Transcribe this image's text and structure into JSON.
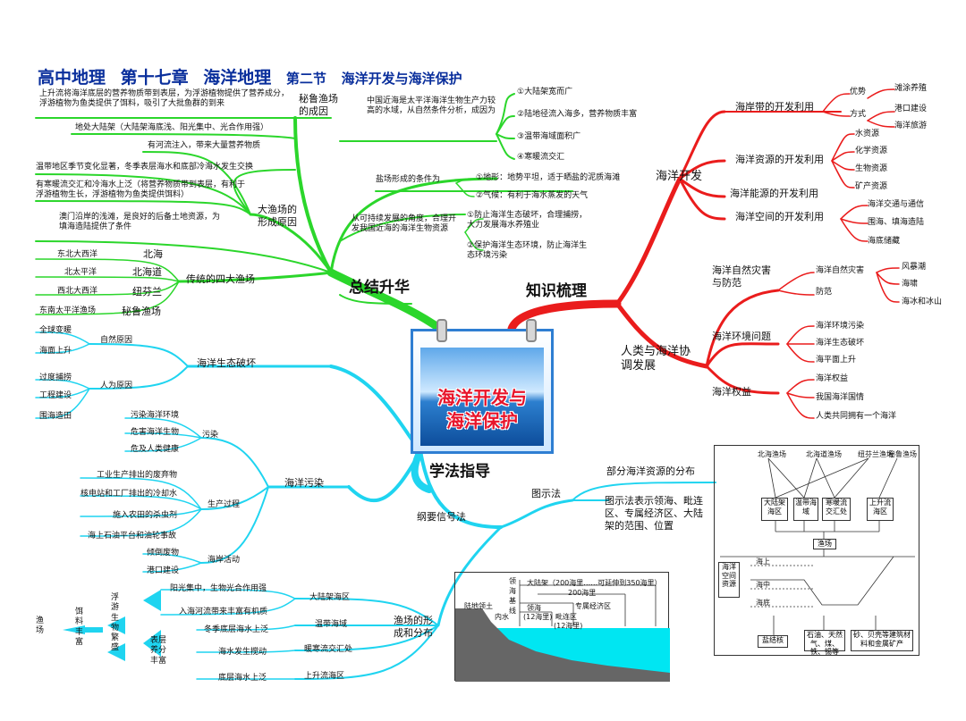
{
  "title": {
    "course": "高中地理",
    "chapter": "第十七章",
    "topic": "海洋地理",
    "section": "第二节",
    "section_title": "海洋开发与海洋保护"
  },
  "center": {
    "line1": "海洋开发与",
    "line2": "海洋保护"
  },
  "branches": {
    "summary": "总结升华",
    "knowledge": "知识梳理",
    "method": "学法指导"
  },
  "summary": {
    "fish_cause_title": "秘鲁渔场的成因",
    "fish_cause_text": "上升流将海洋底层的营养物质带到表层，为浮游植物提供了营养成分，浮游植物为鱼类提供了饵料，吸引了大批鱼群的到来",
    "continental_shelf": "地处大陆架（大陆架海底浅、阳光集中、光合作用强）",
    "china_seas_text": "中国近海是太平洋海洋生物生产力较高的水域，从自然条件分析，成因为",
    "china_seas_items": [
      "①大陆架宽而广",
      "②陆地径流入海多，营养物质丰富",
      "③温带海域面积广",
      "④寒暖流交汇"
    ],
    "river_input": "有河流注入，带来大量营养物质",
    "temperate_text": "温带地区季节变化显著，冬季表层海水和底部冷海水发生交换",
    "current_text": "有寒暖流交汇和冷海水上泛（将营养物质带到表层，有利于浮游植物生长，浮游植物为鱼类提供饵料）",
    "big_fish_title": "大渔场的形成原因",
    "zhoushan_text": "澳门沿岸的浅滩，是良好的后备土地资源，为填海造陆提供了条件",
    "salt_title": "盐场形成的条件为",
    "salt_items": [
      "①地形：地势平坦，适于晒盐的泥质海滩",
      "②气候：有利于海水蒸发的天气"
    ],
    "sustain_text": "从可持续发展的角度，合理开发我国近海的海洋生物资源",
    "sustain_items": [
      "①防止海洋生态破坏，合理捕捞，大力发展海水养殖业",
      "②保护海洋生态环境，防止海洋生态环境污染"
    ],
    "four_fisheries_title": "传统的四大渔场",
    "fisheries": [
      {
        "ocean": "东北大西洋",
        "name": "北海"
      },
      {
        "ocean": "北太平洋",
        "name": "北海道"
      },
      {
        "ocean": "西北大西洋",
        "name": "纽芬兰"
      },
      {
        "ocean": "东南太平洋渔场",
        "name": "秘鲁渔场"
      }
    ]
  },
  "knowledge": {
    "ocean_dev": "海洋开发",
    "coast": "海岸带的开发利用",
    "advantage": "优势",
    "advantage_item": "滩涂养殖",
    "method": "方式",
    "method_items": [
      "港口建设",
      "海洋旅游"
    ],
    "resources": "海洋资源的开发利用",
    "resource_items": [
      "水资源",
      "化学资源",
      "生物资源",
      "矿产资源"
    ],
    "energy": "海洋能源的开发利用",
    "space": "海洋空间的开发利用",
    "space_items": [
      "海洋交通与通信",
      "围海、填海造陆",
      "海底储藏"
    ],
    "human_ocean": "人类与海洋协调发展",
    "disaster": "海洋自然灾害与防范",
    "disaster_type": "海洋自然灾害",
    "disaster_items": [
      "风暴潮",
      "海啸",
      "海冰和冰山"
    ],
    "prevent": "防范",
    "env_problem": "海洋环境问题",
    "env_items": [
      "海洋环境污染",
      "海洋生态破坏",
      "海平面上升"
    ],
    "rights": "海洋权益",
    "rights_items": [
      "海洋权益",
      "我国海洋国情",
      "人类共同拥有一个海洋"
    ]
  },
  "method": {
    "eco_damage": "海洋生态破坏",
    "natural_cause": "自然原因",
    "natural_items": [
      "全球变暖",
      "海面上升"
    ],
    "human_cause": "人为原因",
    "human_items": [
      "过度捕捞",
      "工程建设",
      "围海造田"
    ],
    "pollution": "海洋污染",
    "polluted": "污染",
    "polluted_items": [
      "污染海洋环境",
      "危害海洋生物",
      "危及人类健康"
    ],
    "production": "生产过程",
    "production_items": [
      "工业生产排出的废弃物",
      "核电站和工厂排出的冷却水",
      "施入农田的杀虫剂",
      "海上石油平台和油轮事故"
    ],
    "coastal": "海岸活动",
    "coastal_items": [
      "倾倒废物",
      "港口建设"
    ],
    "outline": "纲要信号法",
    "diagram_method": "图示法",
    "partial_resources": "部分海洋资源的分布",
    "diagram_text": "图示法表示领海、毗连区、专属经济区、大陆架的范围、位置",
    "fishery_form": "渔场的形成和分布",
    "shelf_area": "大陆架海区",
    "shelf_items": [
      "阳光集中，生物光合作用强",
      "入海河流带来丰富有机质"
    ],
    "temperate_area": "温带海域",
    "temperate_items": [
      "冬季底层海水上泛"
    ],
    "current_area": "暖寒流交汇处",
    "current_items": [
      "海水发生搅动"
    ],
    "upwelling_area": "上升流海区",
    "upwelling_items": [
      "底层海水上泛"
    ],
    "nutrient": "表层养分丰富",
    "plankton": "浮游生物繁盛",
    "feed": "饵料丰富",
    "fishery": "渔场"
  },
  "resource_diagram": {
    "fisheries": [
      "北海渔场",
      "北海道渔场",
      "纽芬兰渔场",
      "秘鲁渔场"
    ],
    "types": [
      "大陆架海区",
      "温带海域",
      "寒暖流交汇处",
      "上升流海区"
    ],
    "fishery": "渔场",
    "side": "海洋空间资源",
    "layers": [
      "海上",
      "海中",
      "海底"
    ],
    "bottom": [
      "盐结核",
      "石油、天然气、煤、铁、锡等",
      "砂、贝壳等建筑材料和金属矿产"
    ]
  },
  "zone_diagram": {
    "shelf": "大陆架（200海里……可延伸到350海里）",
    "eez": "200海里",
    "baseline": "领海基线",
    "land": "陆地领土",
    "inner": "内水",
    "territorial": "领海",
    "territorial_nm": "(12海里)",
    "contiguous": "毗连区",
    "contiguous_nm": "(12海里)",
    "econ": "专属经济区"
  }
}
